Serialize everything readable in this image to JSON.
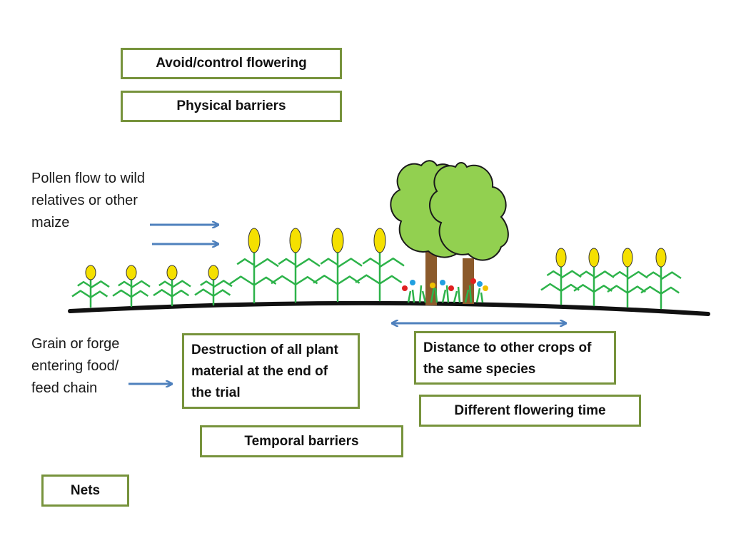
{
  "boxes": {
    "avoid_flowering": "Avoid/control flowering",
    "physical_barriers": "Physical barriers",
    "destruction": "Destruction of all plant material at the end of the trial",
    "distance": "Distance to other crops of the same species",
    "flowering_time": "Different flowering time",
    "temporal_barriers": "Temporal barriers",
    "nets": "Nets"
  },
  "labels": {
    "pollen_flow": [
      "Pollen flow to wild",
      "relatives or other",
      "maize"
    ],
    "grain_forge": [
      "Grain or forge",
      "entering food/",
      "feed chain"
    ]
  },
  "colors": {
    "box_border": "#77933c",
    "arrow": "#4f81bd",
    "plant_stem": "#2db34a",
    "cob": "#f5e000",
    "tree_foliage": "#92d050",
    "tree_trunk": "#8b5a2b",
    "ground": "#111111"
  }
}
